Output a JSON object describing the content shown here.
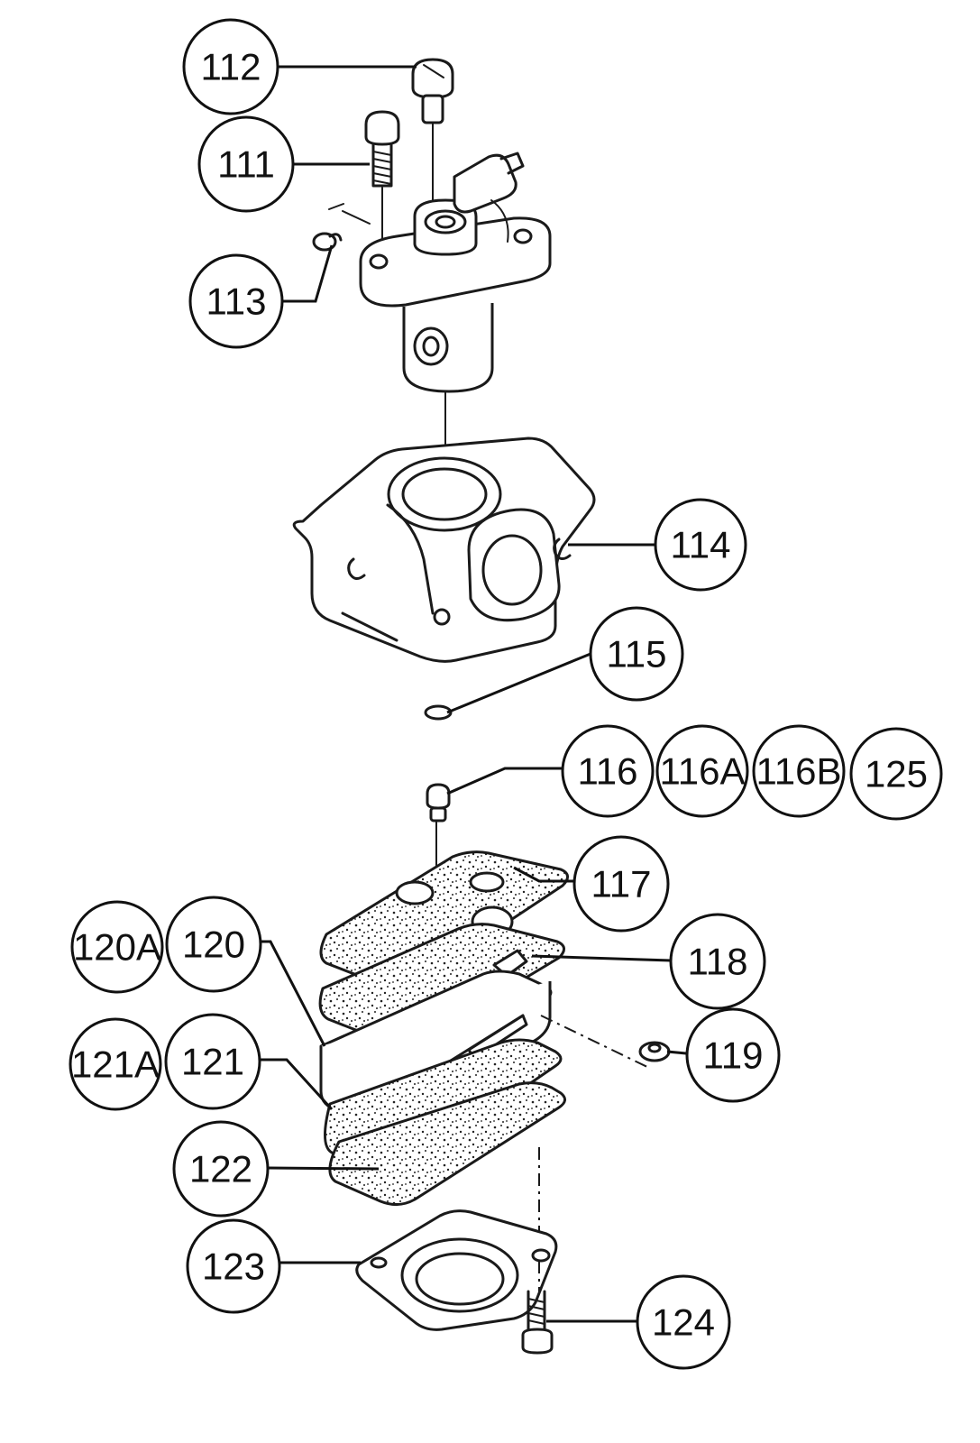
{
  "callouts": [
    {
      "id": "112",
      "label": "112"
    },
    {
      "id": "111",
      "label": "111"
    },
    {
      "id": "113",
      "label": "113"
    },
    {
      "id": "114",
      "label": "114"
    },
    {
      "id": "115",
      "label": "115"
    },
    {
      "id": "116",
      "label": "116"
    },
    {
      "id": "116A",
      "label": "116A"
    },
    {
      "id": "116B",
      "label": "116B"
    },
    {
      "id": "125",
      "label": "125"
    },
    {
      "id": "117",
      "label": "117"
    },
    {
      "id": "118",
      "label": "118"
    },
    {
      "id": "120A",
      "label": "120A"
    },
    {
      "id": "120",
      "label": "120"
    },
    {
      "id": "119",
      "label": "119"
    },
    {
      "id": "121A",
      "label": "121A"
    },
    {
      "id": "121",
      "label": "121"
    },
    {
      "id": "122",
      "label": "122"
    },
    {
      "id": "123",
      "label": "123"
    },
    {
      "id": "124",
      "label": "124"
    }
  ]
}
